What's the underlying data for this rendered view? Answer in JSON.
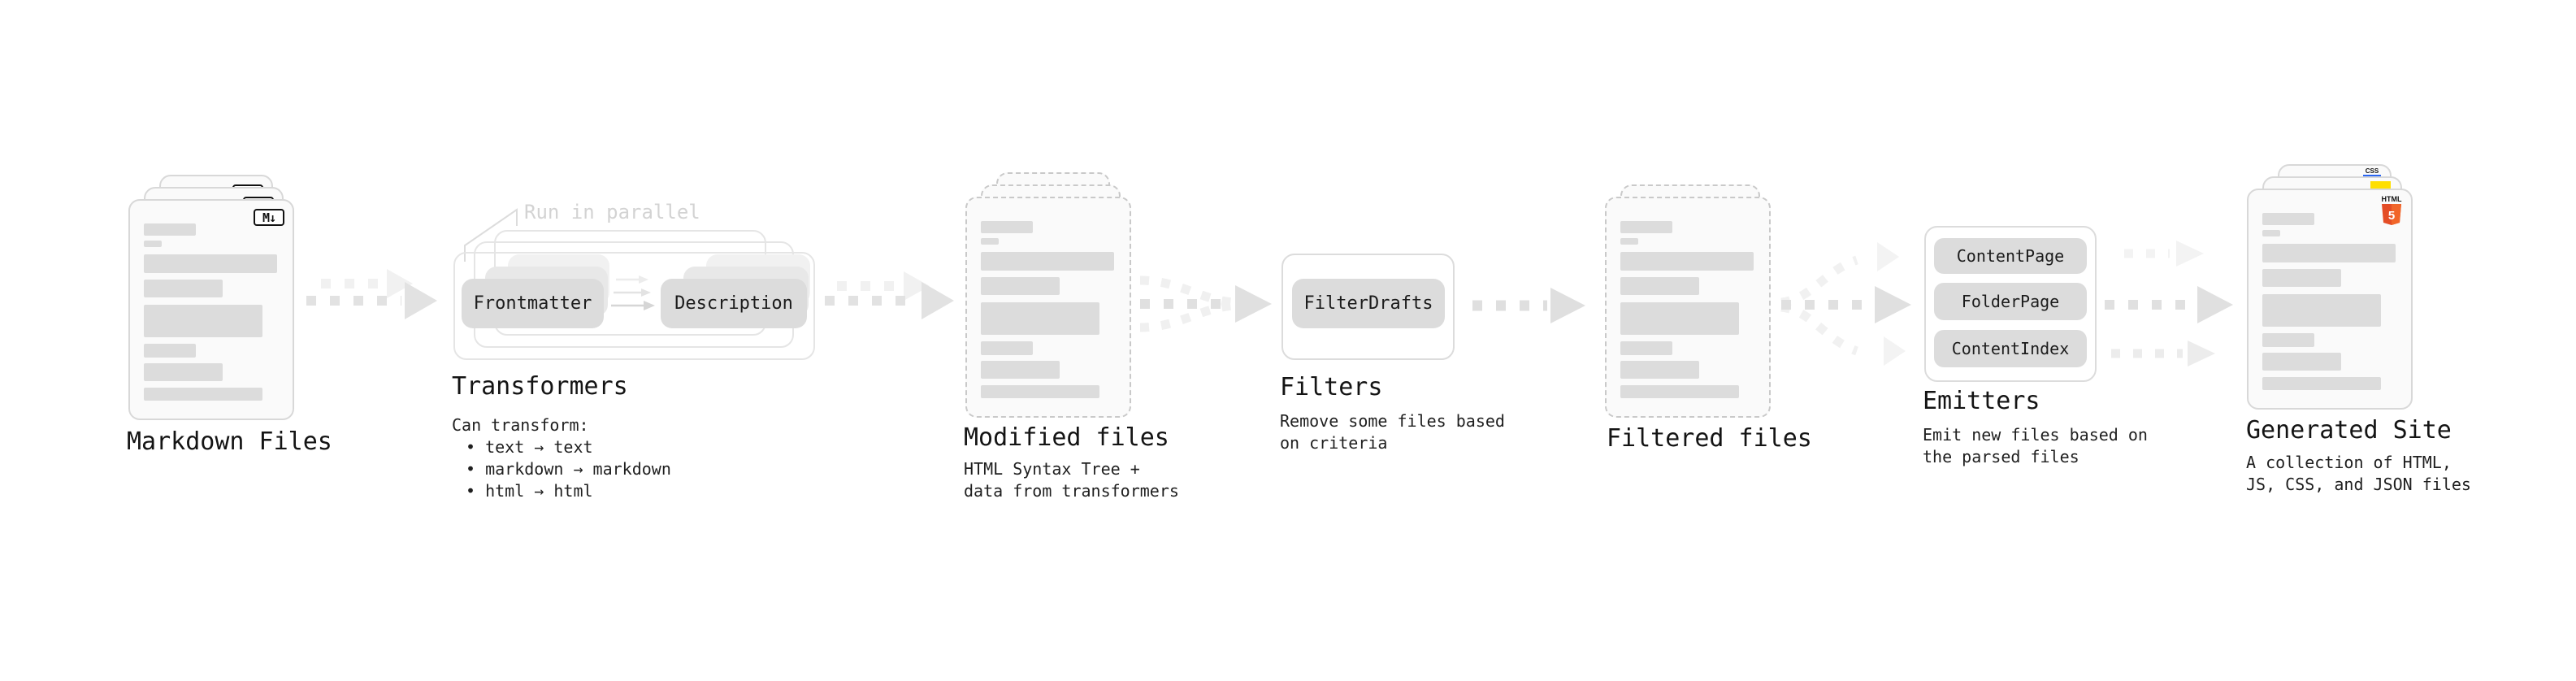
{
  "stages": {
    "markdown": {
      "title": "Markdown Files",
      "badge": "M↓"
    },
    "transformers": {
      "title": "Transformers",
      "note": "Run in parallel",
      "pill_left": "Frontmatter",
      "pill_right": "Description",
      "desc_heading": "Can transform:",
      "bullets": [
        "• text → text",
        "• markdown → markdown",
        "• html → html"
      ]
    },
    "modified": {
      "title": "Modified files",
      "desc_lines": [
        "HTML Syntax Tree +",
        "data from transformers"
      ]
    },
    "filters": {
      "title": "Filters",
      "pill": "FilterDrafts",
      "desc_lines": [
        "Remove some files based",
        "on criteria"
      ]
    },
    "filtered": {
      "title": "Filtered files"
    },
    "emitters": {
      "title": "Emitters",
      "pills": [
        "ContentPage",
        "FolderPage",
        "ContentIndex"
      ],
      "desc_lines": [
        "Emit new files based on",
        "the parsed files"
      ]
    },
    "generated": {
      "title": "Generated Site",
      "desc_lines": [
        "A collection of HTML,",
        "JS, CSS, and JSON files"
      ],
      "badge_css": "CSS",
      "badge_html_label": "HTML",
      "badge_html_number": "5"
    }
  },
  "colors": {
    "accent_orange": "#e44d26",
    "accent_orange_light": "#f16529",
    "accent_yellow": "#ffdf00",
    "accent_blue": "#2965f1"
  },
  "file_card_bars": {
    "bars": [
      {
        "w": 64,
        "h": 15,
        "gap": 6
      },
      {
        "w": 22,
        "h": 8,
        "gap": 9
      },
      {
        "w": 164,
        "h": 23,
        "gap": 8
      },
      {
        "w": 97,
        "h": 22,
        "gap": 9
      },
      {
        "w": 146,
        "h": 40,
        "gap": 8
      },
      {
        "w": 64,
        "h": 17,
        "gap": 7
      },
      {
        "w": 97,
        "h": 22,
        "gap": 8
      },
      {
        "w": 146,
        "h": 16,
        "gap": 0
      }
    ]
  }
}
